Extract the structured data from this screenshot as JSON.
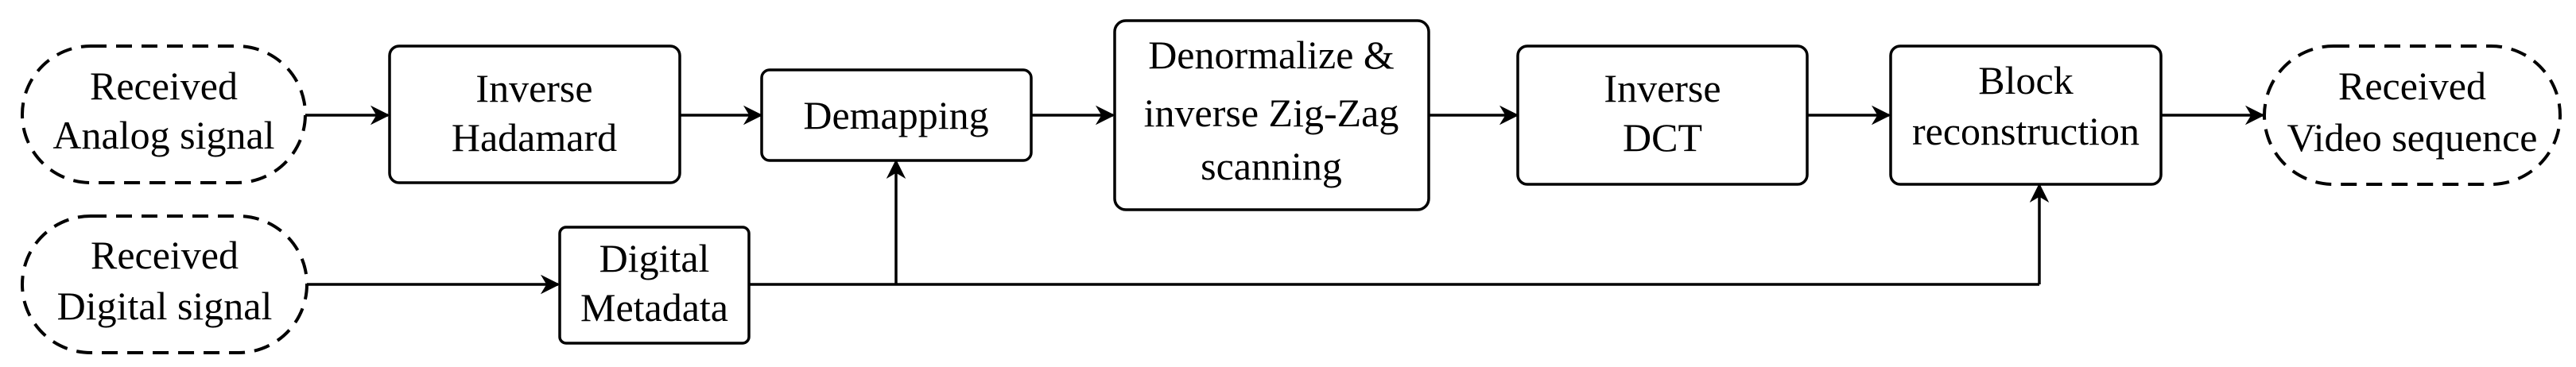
{
  "diagram": {
    "inputs": {
      "analog": [
        "Received",
        "Analog signal"
      ],
      "digital": [
        "Received",
        "Digital signal"
      ]
    },
    "blocks": {
      "inverse_hadamard": [
        "Inverse",
        "Hadamard"
      ],
      "demapping": [
        "Demapping"
      ],
      "denormalize": [
        "Denormalize &",
        "inverse Zig-Zag",
        "scanning"
      ],
      "inverse_dct": [
        "Inverse",
        "DCT"
      ],
      "block_reconstruction": [
        "Block",
        "reconstruction"
      ],
      "digital_metadata": [
        "Digital",
        "Metadata"
      ]
    },
    "output": {
      "video": [
        "Received",
        "Video sequence"
      ]
    },
    "edges": [
      "Received Analog signal → Inverse Hadamard",
      "Inverse Hadamard → Demapping",
      "Demapping → Denormalize & inverse Zig-Zag scanning",
      "Denormalize & inverse Zig-Zag scanning → Inverse DCT",
      "Inverse DCT → Block reconstruction",
      "Block reconstruction → Received Video sequence",
      "Received Digital signal → Digital Metadata",
      "Digital Metadata → Demapping",
      "Digital Metadata → Block reconstruction"
    ]
  }
}
